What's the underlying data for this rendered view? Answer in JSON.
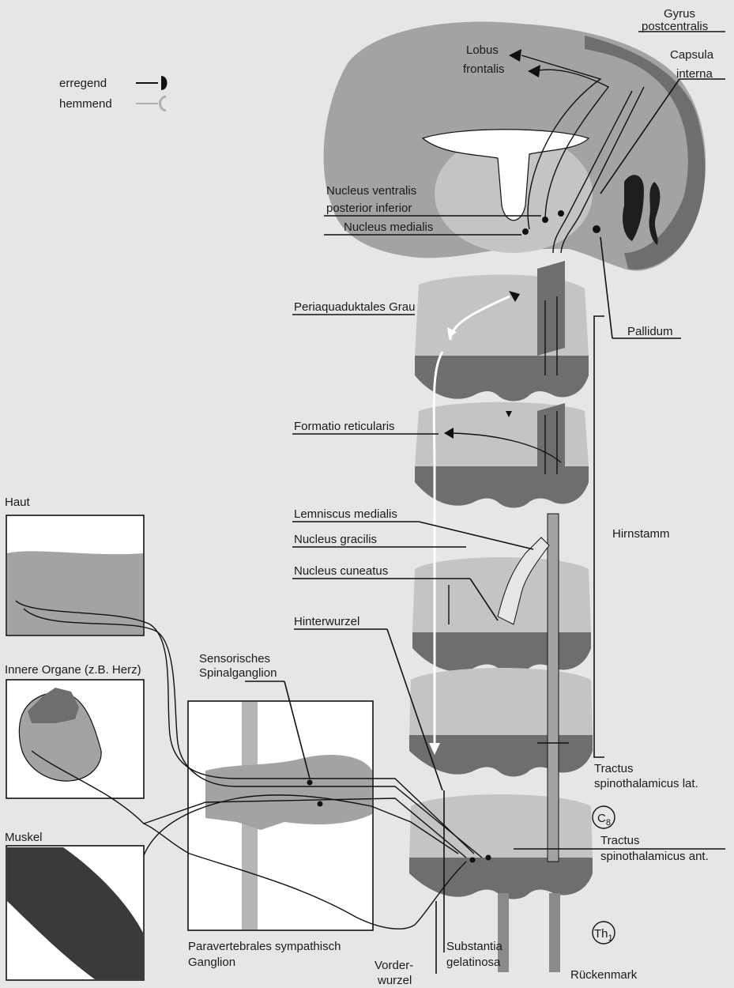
{
  "legend": {
    "excitatory": "erregend",
    "inhibitory": "hemmend",
    "excitatory_color": "#111111",
    "inhibitory_color": "#b0b0b0"
  },
  "labels": {
    "gyrus_postcentralis_1": "Gyrus",
    "gyrus_postcentralis_2": "postcentralis",
    "capsula_interna_1": "Capsula",
    "capsula_interna_2": "interna",
    "lobus_frontalis_1": "Lobus",
    "lobus_frontalis_2": "frontalis",
    "nucleus_vpi_1": "Nucleus ventralis",
    "nucleus_vpi_2": "posterior inferior",
    "nucleus_medialis": "Nucleus medialis",
    "periaquaduktales_grau": "Periaquaduktales Grau",
    "pallidum": "Pallidum",
    "formatio_reticularis": "Formatio reticularis",
    "lemniscus_medialis": "Lemniscus medialis",
    "nucleus_gracilis": "Nucleus gracilis",
    "nucleus_cuneatus": "Nucleus cuneatus",
    "hirnstamm": "Hirnstamm",
    "hinterwurzel": "Hinterwurzel",
    "sensorisches_1": "Sensorisches",
    "sensorisches_2": "Spinalganglion",
    "haut": "Haut",
    "innere_organe": "Innere Organe (z.B. Herz)",
    "muskel": "Muskel",
    "tractus_lat_1": "Tractus",
    "tractus_lat_2": "spinothalamicus lat.",
    "c8": "C",
    "c8_sub": "8",
    "tractus_ant_1": "Tractus",
    "tractus_ant_2": "spinothalamicus ant.",
    "th1": "Th",
    "th1_sub": "1",
    "paravertebrales_1": "Paravertebrales sympathisch",
    "paravertebrales_2": "Ganglion",
    "substantia_1": "Substantia",
    "substantia_2": "gelatinosa",
    "vorderwurzel_1": "Vorder-",
    "vorderwurzel_2": "wurzel",
    "rueckenmark": "Rückenmark"
  },
  "colors": {
    "background": "#e6e6e6",
    "light_gray": "#c4c4c4",
    "mid_gray": "#a3a3a3",
    "dark_gray": "#6e6e6e",
    "line": "#111111"
  }
}
